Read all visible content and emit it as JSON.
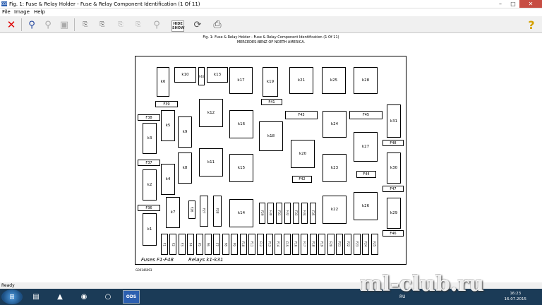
{
  "window": {
    "title": "Fig. 1: Fuse & Relay Holder - Fuse & Relay Component Identification (1 Of 11)",
    "app_icon_text": "ODS",
    "minimize": "–",
    "maximize": "□",
    "close": "✕"
  },
  "menu": {
    "file": "File",
    "image": "Image",
    "help": "Help"
  },
  "toolbar": {
    "hide_show_line1": "HIDE",
    "hide_show_line2": "SHOW",
    "help": "?"
  },
  "figure": {
    "caption": "Fig. 1: Fuse & Relay Holder - Fuse & Relay Component Identification (1 Of 11)",
    "subcaption": "MERCEDES-BENZ OF NORTH AMERICA.",
    "bottom_left_label": "Fuses F1-F48",
    "bottom_right_label": "Relays k1-k31",
    "code": "G00146093"
  },
  "relays": [
    "k1",
    "k2",
    "k3",
    "k4",
    "k5",
    "k6",
    "k7",
    "k8",
    "k9",
    "k10",
    "k11",
    "k12",
    "k13",
    "k14",
    "k15",
    "k16",
    "k17",
    "k18",
    "k19",
    "k20",
    "k21",
    "k22",
    "k23",
    "k24",
    "k25",
    "k26",
    "k27",
    "k28",
    "k29",
    "k30",
    "k31"
  ],
  "fuses_bottom": [
    "F1",
    "F2",
    "F3",
    "F4",
    "F5",
    "F6",
    "F7",
    "F8",
    "F9",
    "F10",
    "F11",
    "F12",
    "F13",
    "F14",
    "F15",
    "F16",
    "F17",
    "F18",
    "F19",
    "F20",
    "F21",
    "F22",
    "F23",
    "F24",
    "F25"
  ],
  "fuses_upper_row": [
    "F28",
    "F29",
    "F30",
    "F31",
    "F32",
    "F33",
    "F34",
    "F35"
  ],
  "fuses_misc": {
    "f26": "F26",
    "f27": "F27",
    "f36": "F36",
    "f37": "F37",
    "f38": "F38",
    "f39": "F39",
    "f40": "F40",
    "f41": "F41",
    "f42": "F42",
    "f43": "F43",
    "f44": "F44",
    "f45": "F45",
    "f46": "F46",
    "f47": "F47",
    "f48": "F48"
  },
  "status": {
    "text": "Ready"
  },
  "taskbar": {
    "ods_label": "ODS",
    "language": "RU",
    "time": "16:23",
    "date": "16.07.2015"
  },
  "watermark": "ml-club.ru"
}
